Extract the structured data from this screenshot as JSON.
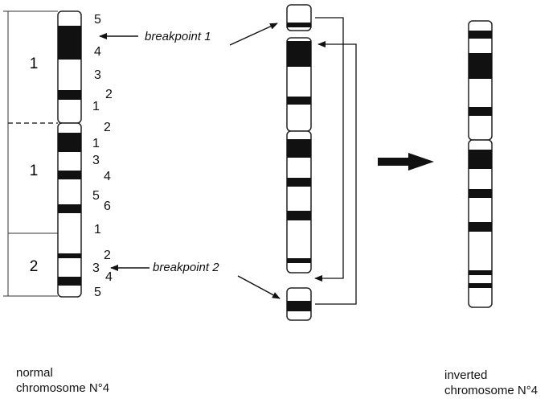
{
  "region_labels": [
    "1",
    "1",
    "2"
  ],
  "band_labels": [
    "5",
    "4",
    "3",
    "2",
    "1",
    "2",
    "1",
    "3",
    "4",
    "5",
    "6",
    "1",
    "2",
    "3",
    "4",
    "5"
  ],
  "breakpoints": {
    "first": "breakpoint 1",
    "second": "breakpoint 2"
  },
  "captions": {
    "normal_line1": "normal",
    "normal_line2": "chromosome N°4",
    "inverted_line1": "inverted",
    "inverted_line2": "chromosome N°4"
  },
  "colors": {
    "band": "#111111",
    "outline": "#222222",
    "background": "#ffffff"
  }
}
